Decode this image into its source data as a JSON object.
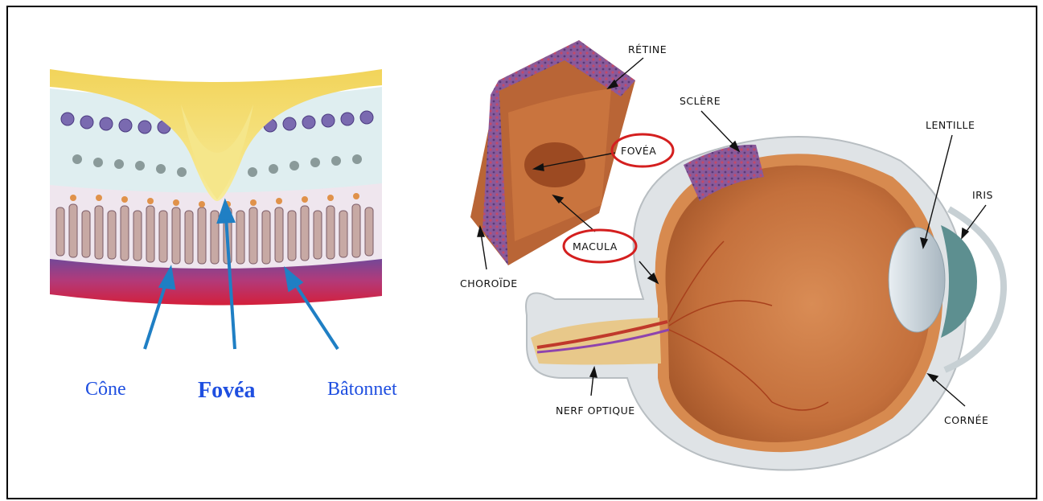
{
  "retina_detail": {
    "labels": {
      "cone": "Cône",
      "fovea": "Fovéa",
      "rod": "Bâtonnet"
    },
    "colors": {
      "label_blue": "#1f4fe0",
      "arrow_blue": "#1f7fc4"
    }
  },
  "eye_anatomy": {
    "labels": {
      "retina": "RÉTINE",
      "sclera": "SCLÈRE",
      "lens": "LENTILLE",
      "fovea": "FOVÉA",
      "iris": "IRIS",
      "macula": "MACULA",
      "choroid": "CHOROÏDE",
      "optic_nerve": "NERF OPTIQUE",
      "cornea": "CORNÉE"
    },
    "highlighted": [
      "FOVÉA",
      "MACULA"
    ],
    "colors": {
      "highlight_ring": "#d41f1f"
    }
  }
}
